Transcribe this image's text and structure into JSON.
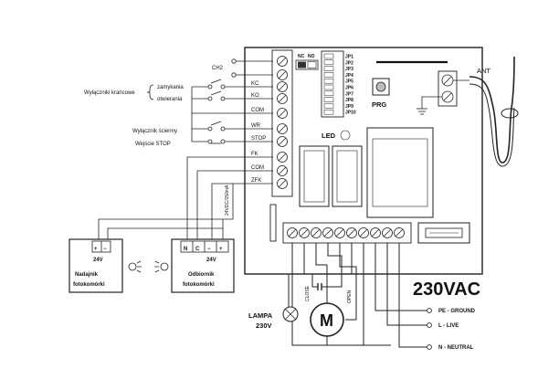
{
  "labels": {
    "ch2": "CH2",
    "limit_switches": "Wyłączniki krańcowe",
    "closing": "zamykania",
    "opening": "otwierania",
    "wall_switch": "Wyłącznik ścienny",
    "stop_input": "Wejście STOP",
    "transmitter_power": "24V",
    "transmitter_name_1": "Nadajnik",
    "transmitter_name_2": "fotokomórki",
    "receiver_power": "24V",
    "receiver_name_1": "Odbiornik",
    "receiver_name_2": "fotokomórki",
    "supply_label": "24VDC/150mA",
    "nc_label": "NC",
    "no_label": "NO",
    "led_label": "LED",
    "prg_label": "PRG",
    "ant_label": "ANT",
    "close_label": "CLOSE",
    "open_label": "OPEN",
    "lamp_1": "LAMPA",
    "lamp_2": "230V",
    "mains": "230VAC",
    "pe": "PE - GROUND",
    "live": "L - LIVE",
    "neutral": "N - NEUTRAL",
    "motor": "M",
    "plus": "+",
    "minus": "−",
    "n_letter": "N",
    "c_letter": "C"
  },
  "left_terminals": [
    "KC",
    "KO",
    "COM",
    "WR",
    "STOP",
    "FK",
    "COM",
    "ZFK"
  ],
  "jumpers": [
    "JP1",
    "JP2",
    "JP3",
    "JP4",
    "JP5",
    "JP6",
    "JP7",
    "JP8",
    "JP9",
    "JP10"
  ]
}
